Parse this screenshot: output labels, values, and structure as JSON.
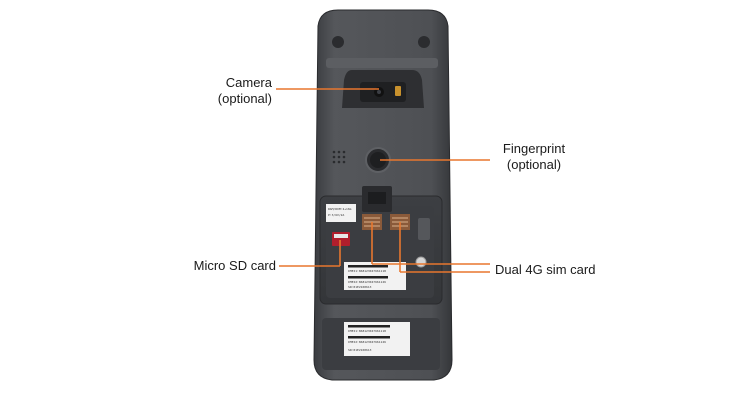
{
  "callouts": {
    "camera": {
      "line1": "Camera",
      "line2": "(optional)"
    },
    "fingerprint": {
      "line1": "Fingerprint",
      "line2": "(optional)"
    },
    "micro_sd": {
      "label": "Micro SD card"
    },
    "dual_sim": {
      "label": "Dual 4G sim card"
    }
  },
  "colors": {
    "leader": "#e8772e",
    "device_body": "#4a4c50",
    "device_dark": "#2c2d30",
    "label_sticker": "#f2f2f2"
  },
  "device_labels": {
    "upper_sticker": {
      "line1": "IMEI1:868123047661118",
      "line2": "IMEI2:868123047661126",
      "line3": "SN:81E2100613"
    },
    "lower_sticker": {
      "line1": "IMEI1:868123047661118",
      "line2": "IMEI2:868123047661126",
      "line3": "SN:81E2100613"
    },
    "small_sticker": {
      "line1": "RAM/ROM:2+16G",
      "line2": "P:3/6V/2A"
    }
  }
}
